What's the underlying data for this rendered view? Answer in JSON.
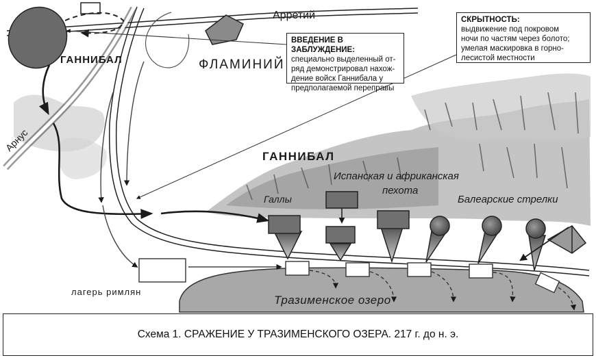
{
  "labels": {
    "arretium": "Арретий",
    "hannibal_top": "ГАННИБАЛ",
    "flaminius": "ФЛАМИНИЙ",
    "arnus": "Арнус",
    "hannibal_main": "ГАННИБАЛ",
    "gauls": "Галлы",
    "infantry_line1": "Испанская и африканская",
    "infantry_line2": "пехота",
    "balearic": "Балеарские стрелки",
    "roman_camp": "лагерь римлян",
    "lake": "Тразименское озеро"
  },
  "callouts": {
    "deception": {
      "title": "ВВЕДЕНИЕ В ЗАБЛУЖДЕНИЕ:",
      "lines": [
        "специально выделенный от-",
        "ряд демонстрировал нахож-",
        "дение войск Ганнибала у",
        "предполагаемой переправы"
      ]
    },
    "stealth": {
      "title": "СКРЫТНОСТЬ:",
      "lines": [
        "выдвижение под покровом",
        "ночи по частям через болото;",
        "умелая маскировка в горно-",
        "лесистой местности"
      ]
    }
  },
  "caption": "Схема 1. СРАЖЕНИЕ У ТРАЗИМЕНСКОГО ОЗЕРА. 217 г. до н. э.",
  "colors": {
    "ink": "#1a1a1a",
    "unit_fill": "#707070",
    "lake": "#a8a8a8",
    "hills": "#9a9a9a",
    "paper": "#ffffff"
  }
}
